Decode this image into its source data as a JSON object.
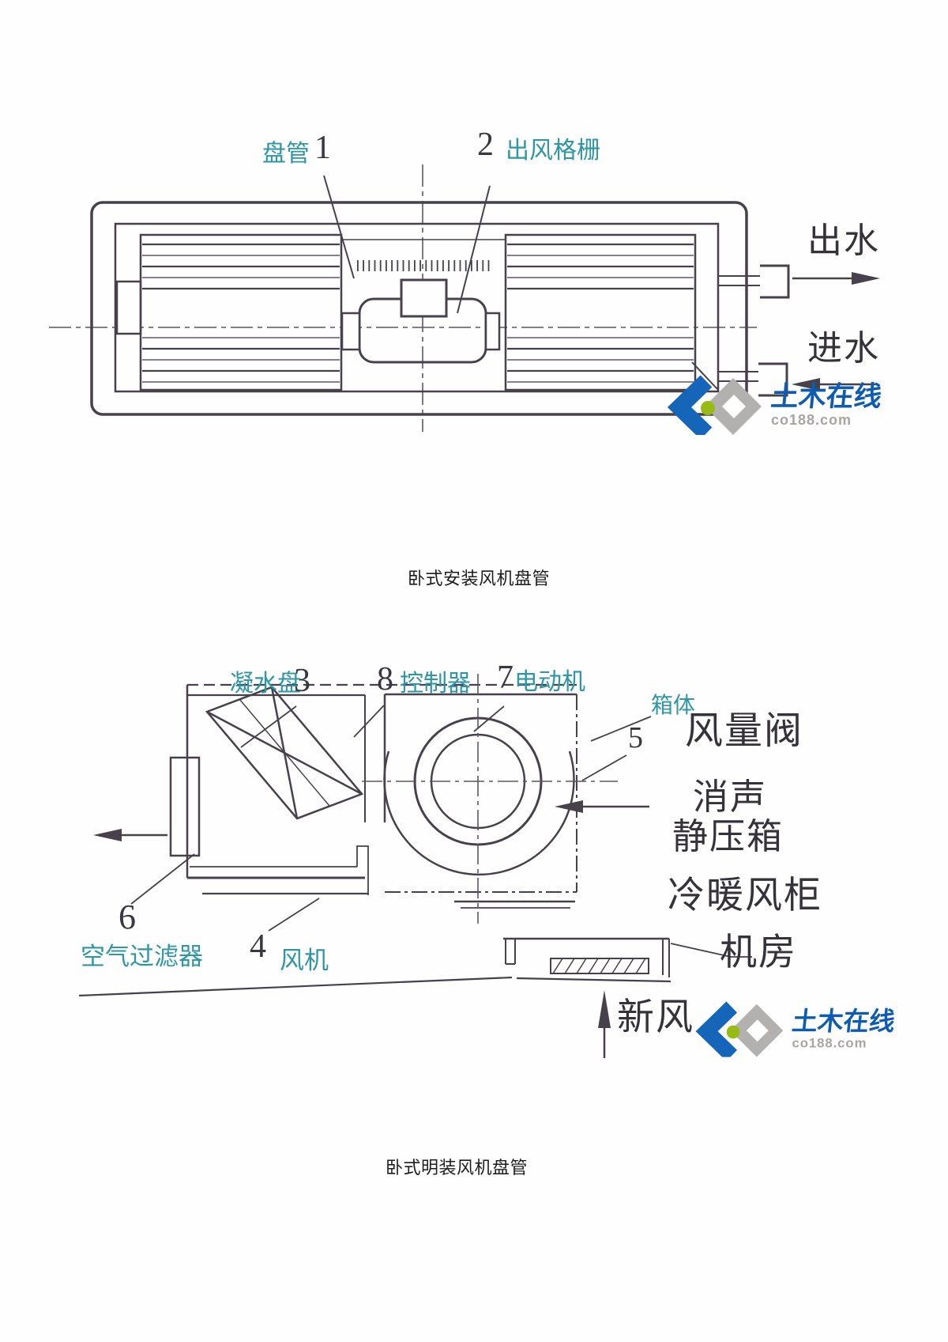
{
  "figure1": {
    "caption": "卧式安装风机盘管",
    "labels": {
      "coil": {
        "text": "盘管",
        "num": "1"
      },
      "outlet_grille": {
        "num": "2",
        "text": "出风格栅"
      },
      "water_out": "出水",
      "water_in": "进水"
    }
  },
  "figure2": {
    "caption": "卧式明装风机盘管",
    "labels": {
      "condensate_pan": {
        "text": "凝水盘",
        "num": "3"
      },
      "controller": {
        "num": "8",
        "text": "控制器"
      },
      "motor": {
        "num": "7",
        "text": "电动机"
      },
      "casing": "箱体",
      "casing_num": "5",
      "air_damper": "风量阀",
      "silencer": "消声",
      "plenum": "静压箱",
      "ac_cabinet": "冷暖风柜",
      "machine_room": "机房",
      "filter_num": "6",
      "air_filter": "空气过滤器",
      "fan_num": "4",
      "fan": "风机",
      "fresh_air": "新风"
    }
  },
  "watermark": {
    "brand": "土木在线",
    "domain": "co188.com"
  },
  "colors": {
    "label_teal": "#2e96a4",
    "text_dark": "#35323a",
    "ink": "#46414b",
    "logo_blue": "#0d5cb0",
    "logo_gray": "#b3b1b0",
    "logo_green": "#97ba14"
  }
}
